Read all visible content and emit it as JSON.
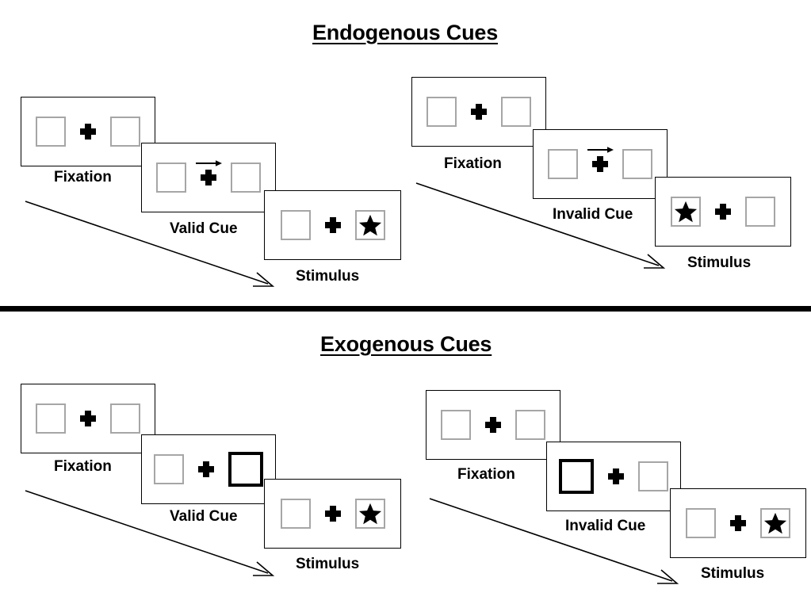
{
  "figure": {
    "sections": [
      {
        "id": "endogenous",
        "title": "Endogenous Cues",
        "groups": [
          {
            "id": "endogenous-valid",
            "cue_type": "arrow",
            "panels": [
              {
                "id": "endo-valid-fixation",
                "caption": "Fixation",
                "left_box": "empty",
                "right_box": "empty",
                "center": "plus",
                "cue_arrow": false
              },
              {
                "id": "endo-valid-cue",
                "caption": "Valid Cue",
                "left_box": "empty",
                "right_box": "empty",
                "center": "plus",
                "cue_arrow": true,
                "cue_direction": "right"
              },
              {
                "id": "endo-valid-stimulus",
                "caption": "Stimulus",
                "left_box": "empty",
                "right_box": "star",
                "center": "plus",
                "cue_arrow": false
              }
            ]
          },
          {
            "id": "endogenous-invalid",
            "cue_type": "arrow",
            "panels": [
              {
                "id": "endo-invalid-fixation",
                "caption": "Fixation",
                "left_box": "empty",
                "right_box": "empty",
                "center": "plus",
                "cue_arrow": false
              },
              {
                "id": "endo-invalid-cue",
                "caption": "Invalid Cue",
                "left_box": "empty",
                "right_box": "empty",
                "center": "plus",
                "cue_arrow": true,
                "cue_direction": "right"
              },
              {
                "id": "endo-invalid-stimulus",
                "caption": "Stimulus",
                "left_box": "star",
                "right_box": "empty",
                "center": "plus",
                "cue_arrow": false
              }
            ]
          }
        ]
      },
      {
        "id": "exogenous",
        "title": "Exogenous Cues",
        "groups": [
          {
            "id": "exogenous-valid",
            "cue_type": "box-flash",
            "panels": [
              {
                "id": "exo-valid-fixation",
                "caption": "Fixation",
                "left_box": "empty",
                "right_box": "empty",
                "center": "plus",
                "cue_arrow": false
              },
              {
                "id": "exo-valid-cue",
                "caption": "Valid Cue",
                "left_box": "empty",
                "right_box": "cued",
                "center": "plus",
                "cue_arrow": false
              },
              {
                "id": "exo-valid-stimulus",
                "caption": "Stimulus",
                "left_box": "empty",
                "right_box": "star",
                "center": "plus",
                "cue_arrow": false
              }
            ]
          },
          {
            "id": "exogenous-invalid",
            "cue_type": "box-flash",
            "panels": [
              {
                "id": "exo-invalid-fixation",
                "caption": "Fixation",
                "left_box": "empty",
                "right_box": "empty",
                "center": "plus",
                "cue_arrow": false
              },
              {
                "id": "exo-invalid-cue",
                "caption": "Invalid Cue",
                "left_box": "cued",
                "right_box": "empty",
                "center": "plus",
                "cue_arrow": false
              },
              {
                "id": "exo-invalid-stimulus",
                "caption": "Stimulus",
                "left_box": "empty",
                "right_box": "star",
                "center": "plus",
                "cue_arrow": false
              }
            ]
          }
        ]
      }
    ],
    "colors": {
      "background": "#ffffff",
      "panel_border": "#000000",
      "box_border": "#a6a6a6",
      "cued_box_border": "#000000",
      "ink": "#000000"
    }
  }
}
